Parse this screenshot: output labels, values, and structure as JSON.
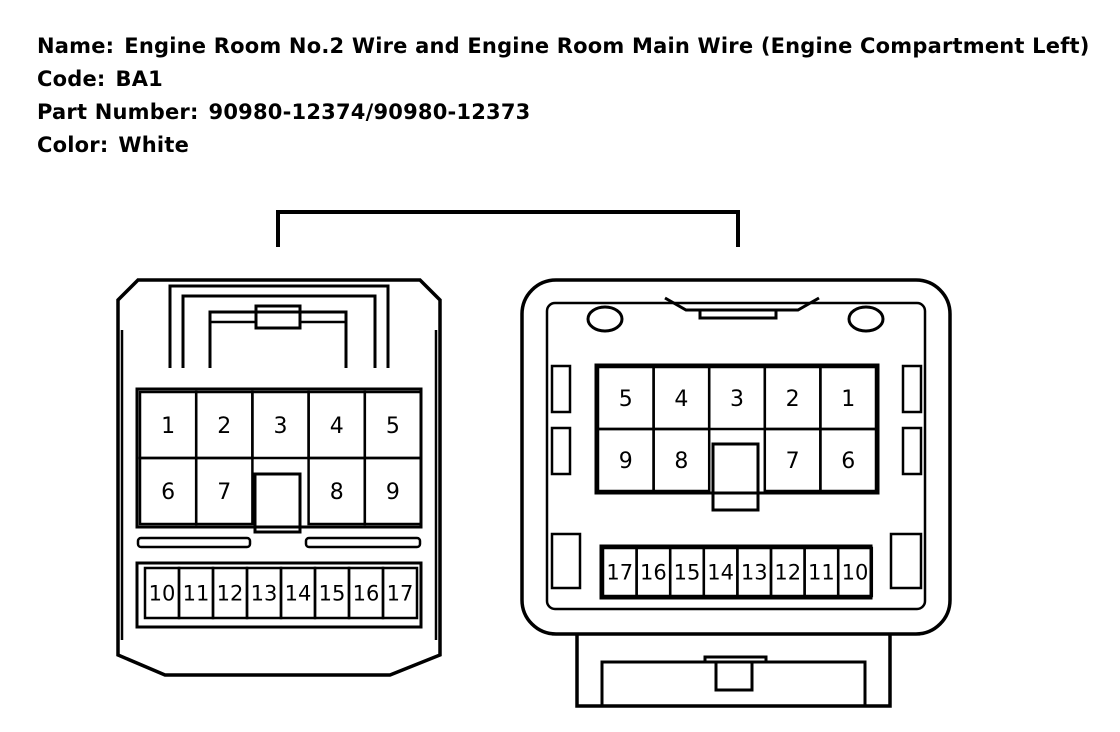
{
  "info": {
    "name_label": "Name:",
    "name_value": "Engine Room No.2 Wire and Engine Room Main Wire (Engine Compartment Left)",
    "code_label": "Code:",
    "code_value": "BA1",
    "part_label": "Part Number:",
    "part_value": "90980-12374/90980-12373",
    "color_label": "Color:",
    "color_value": "White"
  },
  "left_connector": {
    "upper_rows": [
      [
        "1",
        "2",
        "3",
        "4",
        "5"
      ],
      [
        "6",
        "7",
        "",
        "8",
        "9"
      ]
    ],
    "lower_row": [
      "10",
      "11",
      "12",
      "13",
      "14",
      "15",
      "16",
      "17"
    ]
  },
  "right_connector": {
    "upper_rows": [
      [
        "5",
        "4",
        "3",
        "2",
        "1"
      ],
      [
        "9",
        "8",
        "",
        "7",
        "6"
      ]
    ],
    "lower_row": [
      "17",
      "16",
      "15",
      "14",
      "13",
      "12",
      "11",
      "10"
    ]
  }
}
